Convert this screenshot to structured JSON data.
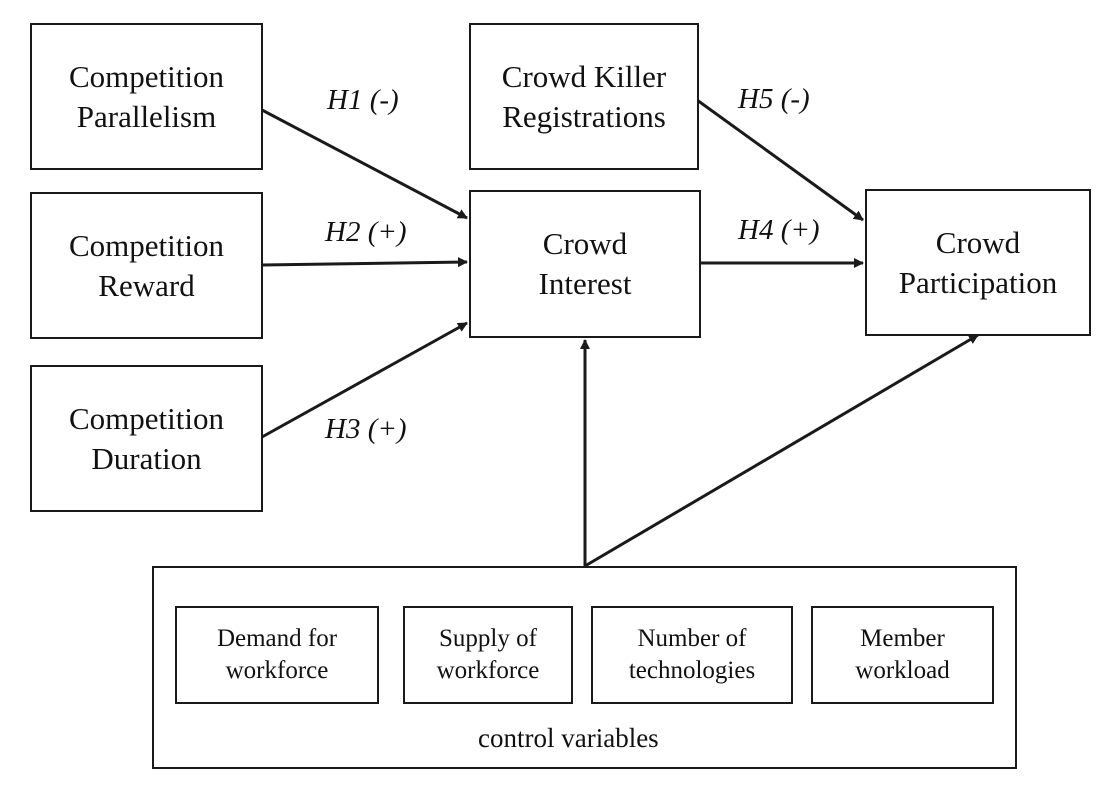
{
  "boxes": {
    "parallelism": "Competition\nParallelism",
    "reward": "Competition\nReward",
    "duration": "Competition\nDuration",
    "killer": "Crowd Killer\nRegistrations",
    "interest": "Crowd\nInterest",
    "participation": "Crowd\nParticipation"
  },
  "hypotheses": {
    "h1": "H1 (-)",
    "h2": "H2 (+)",
    "h3": "H3 (+)",
    "h4": "H4 (+)",
    "h5": "H5 (-)"
  },
  "controls": {
    "items": [
      "Demand for\nworkforce",
      "Supply of\nworkforce",
      "Number of\ntechnologies",
      "Member\nworkload"
    ],
    "caption": "control variables"
  }
}
